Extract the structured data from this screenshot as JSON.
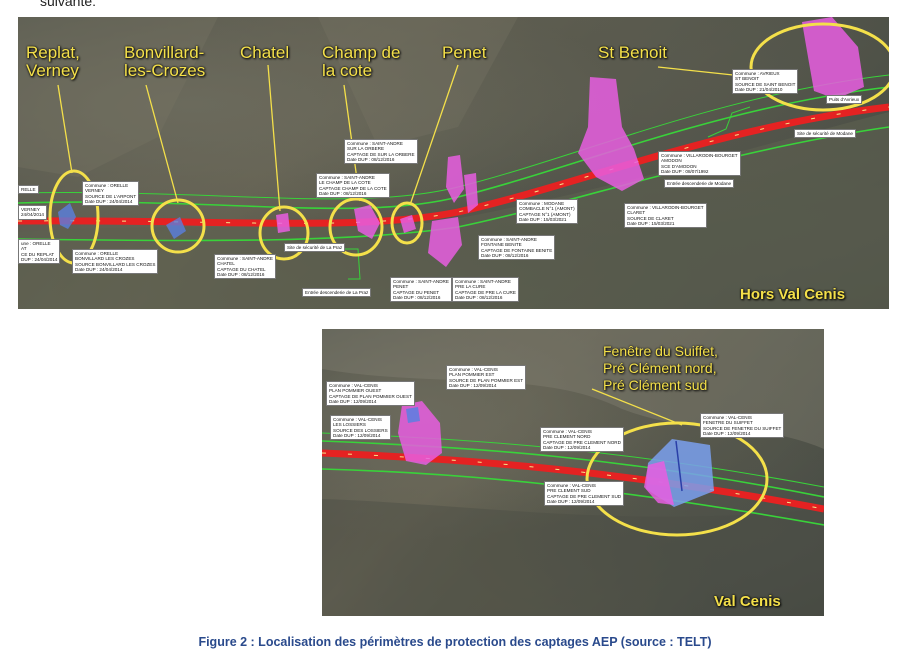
{
  "top_fragment": "suivante:",
  "map_top": {
    "region": "Hors Val Cenis",
    "sites": [
      {
        "name": "Replat,\nVerney"
      },
      {
        "name": "Bonvillard-\nles-Crozes"
      },
      {
        "name": "Chatel"
      },
      {
        "name": "Champ de\nla cote"
      },
      {
        "name": "Penet"
      },
      {
        "name": "St Benoit"
      }
    ],
    "boxes": [
      "RELLE",
      "Commune : ORELLE\nVERNEY\nSOURCE DE L'ARPONT\nDate DUP : 24/04/2014",
      "VERNEY\n24/04/2014",
      "une : ORELLE\nAT\nCE DU REPLAT\nDUP : 24/04/2014",
      "Commune : ORELLE\nBONVILLARD LES CROZES\nSOURCE BONVILLARD LES CROZES\nDate DUP : 24/04/2014",
      "Commune : SAINT-ANDRE\nSUR LA ORBERE\nCAPTAGE DE SUR LA ORBERE\nDate DUP : 08/12/2016",
      "Commune : SAINT-ANDRE\nLE CHAMP DE LA COTE\nCAPTAGE CHAMP DE LA COTE\nDate DUP : 08/12/2016",
      "Commune : SAINT-ANDRE\nCHATEL\nCAPTAGE DU CHATEL\nDate DUP : 08/12/2016",
      "Commune : SAINT-ANDRE\nPENET\nCAPTAGE DU PENET\nDate DUP : 08/12/2016",
      "Commune : SAINT-ANDRE\nPRE LA CURE\nCAPTAGE DE PRE LA CURE\nDate DUP : 08/12/2016",
      "Commune : SAINT-ANDRE\nFONTAINE BENITE\nCAPTAGE DE FONTAINE BENITE\nDate DUP : 08/12/2016",
      "Commune : MODANE\nCOMBACLE N°1 (AMONT)\nCAPTAGE N°1 (AMONT)\nDate DUP : 15/03/2021",
      "Commune : VILLARODIN-BOURGET\nAMODON\nSCE D'AMODON\nDate DUP : 08/07/1992",
      "Commune : VILLARODIN-BOURGET\nCLARET\nSOURCE DE CLARET\nDate DUP : 15/03/2021",
      "Commune : AVRIEUX\nST BENOIT\nSOURCE DE SAINT BENOIT\nDate DUP : 21/04/2010"
    ],
    "site_notes": [
      "Site de sécurité de La Praz",
      "Entrée descenderie de La Praz",
      "Entrée descenderie de Modane",
      "Site de sécurité de Modane",
      "Puits d'Avrieux"
    ]
  },
  "map_bottom": {
    "region": "Val Cenis",
    "sites": [
      {
        "name": "Fenêtre du Suiffet,\nPré Clément nord,\nPré Clément sud"
      }
    ],
    "boxes": [
      "Commune : VAL-CENIS\nPLAN POMMIER OUEST\nCAPTAGE DE PLAN POMMIER OUEST\nDate DUP : 12/09/2014",
      "Commune : VAL-CENIS\nPLAN POMMIER EST\nSOURCE DE PLAN POMMIER EST\nDate DUP : 12/09/2014",
      "Commune : VAL-CENIS\nLES LOSSIERS\nSOURCE DES LOSSIERS\nDate DUP : 12/09/2014",
      "Commune : VAL-CENIS\nPRE CLEMENT NORD\nCAPTAGE DE PRE CLEMENT NORD\nDate DUP : 12/09/2014",
      "Commune : VAL-CENIS\nPRE CLEMENT SUD\nCAPTAGE DE PRE CLEMENT SUD\nDate DUP : 12/09/2014",
      "Commune : VAL-CENIS\nFENETRE DU SUIFFET\nSOURCE DE FENETRE DU SUIFFET\nDate DUP : 12/09/2014"
    ]
  },
  "caption": "Figure 2 : Localisation des périmètres de protection des captages AEP (source : TELT)"
}
